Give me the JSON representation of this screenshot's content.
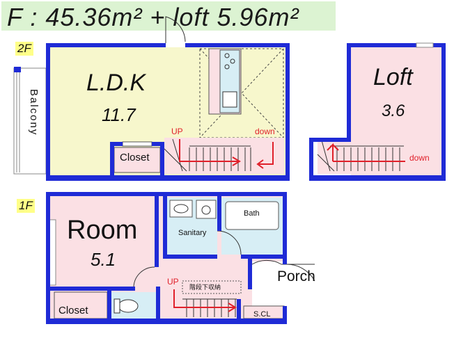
{
  "header": {
    "area_text": "F : 45.36m² + loft 5.96m²"
  },
  "floors": {
    "second": {
      "tag": "2F",
      "ldk": {
        "name": "L.D.K",
        "size": "11.7"
      },
      "closet": "Closet",
      "balcony": "Balcony",
      "up": "UP",
      "down": "down"
    },
    "loft": {
      "name": "Loft",
      "size": "3.6",
      "down": "down"
    },
    "first": {
      "tag": "1F",
      "room": {
        "name": "Room",
        "size": "5.1"
      },
      "sanitary": "Sanitary",
      "bath": "Bath",
      "porch": "Porch",
      "closet": "Closet",
      "scl": "S.CL",
      "up": "UP",
      "understair": "階段下収納"
    }
  },
  "colors": {
    "wall": "#1f2bd6",
    "ldk_fill": "#f7f7cc",
    "room_fill": "#fbe0e4",
    "wet_fill": "#d7eef5",
    "stair_fill": "#fbe0e4",
    "header_bg": "#dcf3d2",
    "accent_red": "#e0202a"
  }
}
